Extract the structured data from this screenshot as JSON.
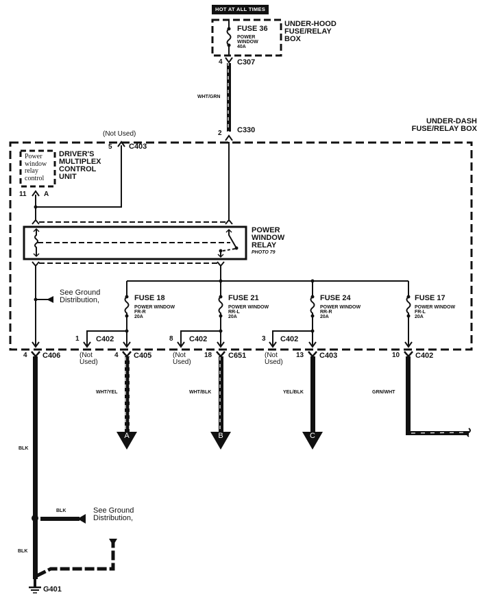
{
  "diagram": {
    "supply": {
      "hot_label": "HOT AT ALL TIMES",
      "box_label": "UNDER-HOOD\nFUSE/RELAY\nBOX",
      "fuse": {
        "name": "FUSE 36",
        "desc": "POWER\nWINDOW\n40A"
      },
      "connector_c307": {
        "pin": "4",
        "name": "C307"
      },
      "wire_color": "WHT/GRN",
      "connector_c330": {
        "pin": "2",
        "name": "C330"
      }
    },
    "under_dash_box_label": "UNDER-DASH\nFUSE/RELAY BOX",
    "multiplex": {
      "not_used": "(Not Used)",
      "connector": {
        "pin": "5",
        "name": "C403"
      },
      "control_text": "Power\nwindow\nrelay\ncontrol",
      "unit_label": "DRIVER'S\nMULTIPLEX\nCONTROL\nUNIT",
      "pin_a": {
        "pin": "11",
        "name": "A"
      }
    },
    "relay": {
      "label": "POWER\nWINDOW\nRELAY",
      "photo": "PHOTO 79"
    },
    "ground_ref_upper": "See Ground\nDistribution,",
    "fuses": [
      {
        "name": "FUSE 18",
        "desc": "POWER WINDOW\nFR-R\n20A"
      },
      {
        "name": "FUSE 21",
        "desc": "POWER WINDOW\nRR-L\n20A"
      },
      {
        "name": "FUSE 24",
        "desc": "POWER WINDOW\nRR-R\n20A"
      },
      {
        "name": "FUSE 17",
        "desc": "POWER WINDOW\nFR-L\n20A"
      }
    ],
    "not_used_connectors": [
      {
        "pin": "1",
        "name": "C402",
        "note": "(Not\nUsed)"
      },
      {
        "pin": "8",
        "name": "C402",
        "note": "(Not\nUsed)"
      },
      {
        "pin": "3",
        "name": "C402",
        "note": "(Not\nUsed)"
      }
    ],
    "outputs": [
      {
        "pin": "4",
        "name": "C406",
        "wire": "BLK"
      },
      {
        "pin": "4",
        "name": "C405",
        "wire": "WHT/YEL",
        "arrow": "A"
      },
      {
        "pin": "18",
        "name": "C651",
        "wire": "WHT/BLK",
        "arrow": "B"
      },
      {
        "pin": "13",
        "name": "C403",
        "wire": "YEL/BLK",
        "arrow": "C"
      },
      {
        "pin": "10",
        "name": "C402",
        "wire": "GRN/WHT"
      }
    ],
    "ground": {
      "wire_upper": "BLK",
      "branch_wire": "BLK",
      "branch_ref": "See Ground\nDistribution,",
      "wire_lower": "BLK",
      "ground_name": "G401"
    }
  }
}
